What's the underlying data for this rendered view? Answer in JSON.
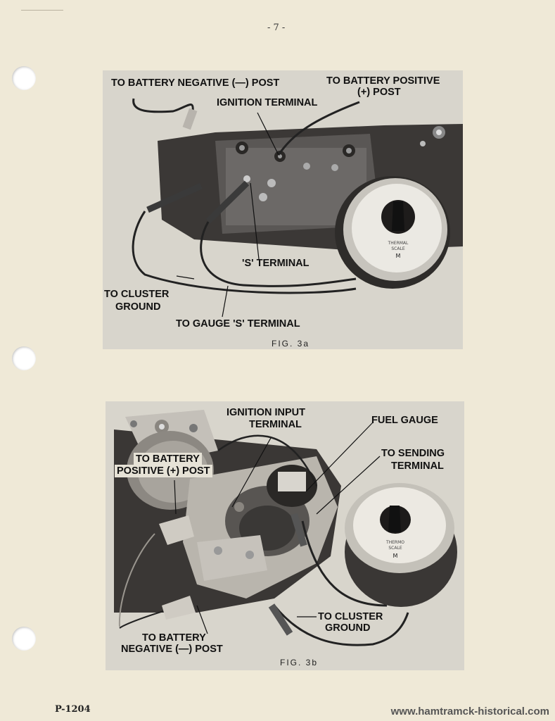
{
  "page": {
    "number": "- 7 -",
    "code": "P-1204",
    "watermark": "www.hamtramck-historical.com"
  },
  "fig_a": {
    "caption": "FIG. 3a",
    "labels": {
      "battery_negative": "TO BATTERY NEGATIVE (—) POST",
      "battery_positive_l1": "TO BATTERY POSITIVE",
      "battery_positive_l2": "(+) POST",
      "ignition_terminal": "IGNITION TERMINAL",
      "s_terminal": "'S' TERMINAL",
      "cluster_ground_l1": "TO CLUSTER",
      "cluster_ground_l2": "GROUND",
      "gauge_s_terminal": "TO GAUGE 'S' TERMINAL"
    },
    "gauge_text": {
      "scale": "THERMAL",
      "scale2": "SCALE",
      "mark": "M"
    }
  },
  "fig_b": {
    "caption": "FIG. 3b",
    "labels": {
      "ignition_input_l1": "IGNITION INPUT",
      "ignition_input_l2": "TERMINAL",
      "fuel_gauge": "FUEL GAUGE",
      "sending_l1": "TO SENDING",
      "sending_l2": "TERMINAL",
      "battery_positive_l1": "TO BATTERY",
      "battery_positive_l2": "POSITIVE (+) POST",
      "cluster_ground_l1": "TO CLUSTER",
      "cluster_ground_l2": "GROUND",
      "battery_negative_l1": "TO BATTERY",
      "battery_negative_l2": "NEGATIVE (—) POST"
    },
    "gauge_text": {
      "scale": "THERMO",
      "scale2": "SCALE",
      "mark": "M"
    }
  }
}
